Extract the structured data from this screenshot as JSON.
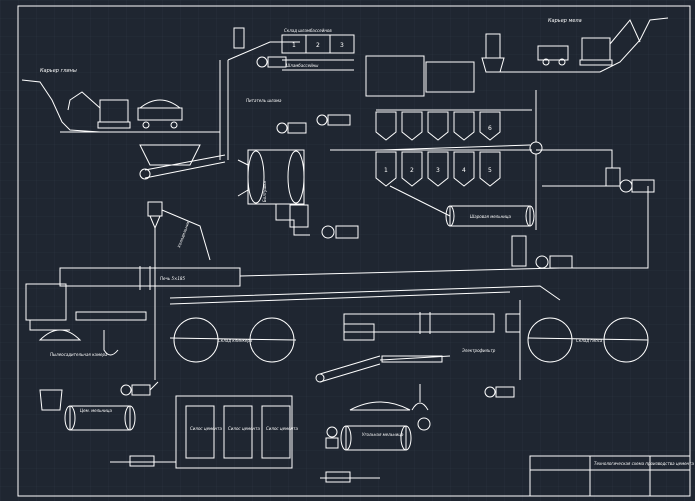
{
  "colors": {
    "background": "#1f2631",
    "grid": "#2d3542",
    "line": "#ffffff"
  },
  "labels": {
    "clay_quarry": "Карьер глины",
    "chalk_quarry": "Карьер мела",
    "raw_mill_pool": "Склад шламбассейнов",
    "slurry_basins": "Шламбассейны",
    "drum_washer": "Болтушка",
    "tube_mill": "Шаровая мельница",
    "rotary_kiln": "Печь 5×185",
    "cooler": "Холодильник",
    "klinker_store": "Склад клинкера",
    "cement_mill": "Цем. мельница",
    "silo_1": "Силос цемента",
    "silo_2": "Силос цемента",
    "silo_3": "Силос цемента",
    "coal_mill": "Угольная мельница",
    "gypsum_store": "Склад гипса",
    "dust_chamber": "Пылеосадительная камера",
    "electrofilter": "Электрофильтр",
    "kiln_feeder": "Питатель шлама",
    "title_block": "Технологическая схема производства цемента"
  },
  "basin_numbers": [
    "1",
    "2",
    "3",
    "4",
    "5",
    "6"
  ],
  "pool_numbers": [
    "1",
    "2",
    "3"
  ]
}
